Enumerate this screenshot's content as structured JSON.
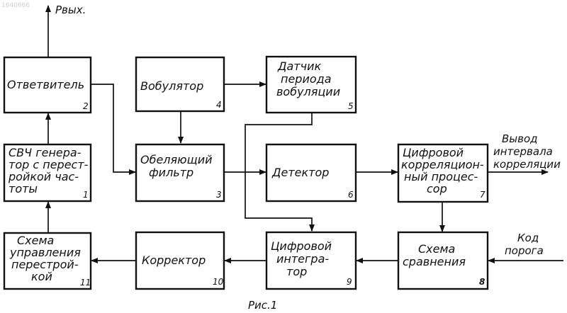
{
  "watermark": "1640666",
  "caption": "Рис.1",
  "external": {
    "p_out": "Pвых.",
    "output_label": [
      "Вывод",
      "интервала",
      "корреляции"
    ],
    "threshold_label": [
      "Код",
      "порога"
    ]
  },
  "blocks": [
    {
      "id": "b1",
      "number": "1",
      "lines": [
        "СВЧ генера-",
        "тор с перест-",
        "ройкой час-",
        "тоты"
      ]
    },
    {
      "id": "b2",
      "number": "2",
      "lines": [
        "Ответвитель"
      ]
    },
    {
      "id": "b3",
      "number": "3",
      "lines": [
        "Обеляющий",
        "фильтр"
      ]
    },
    {
      "id": "b4",
      "number": "4",
      "lines": [
        "Вобулятор"
      ]
    },
    {
      "id": "b5",
      "number": "5",
      "lines": [
        "Датчик",
        "периода",
        "вобуляции"
      ]
    },
    {
      "id": "b6",
      "number": "6",
      "lines": [
        "Детектор"
      ]
    },
    {
      "id": "b7",
      "number": "7",
      "lines": [
        "Цифровой",
        "корреляцион-",
        "ный процес-",
        "сор"
      ]
    },
    {
      "id": "b8",
      "number": "8",
      "lines": [
        "Схема",
        "сравнения"
      ]
    },
    {
      "id": "b9",
      "number": "9",
      "lines": [
        "Цифровой",
        "интегра-",
        "тор"
      ]
    },
    {
      "id": "b10",
      "number": "10",
      "lines": [
        "Корректор"
      ]
    },
    {
      "id": "b11",
      "number": "11",
      "lines": [
        "Схема",
        "управления",
        "перестрой-",
        "кой"
      ]
    }
  ]
}
